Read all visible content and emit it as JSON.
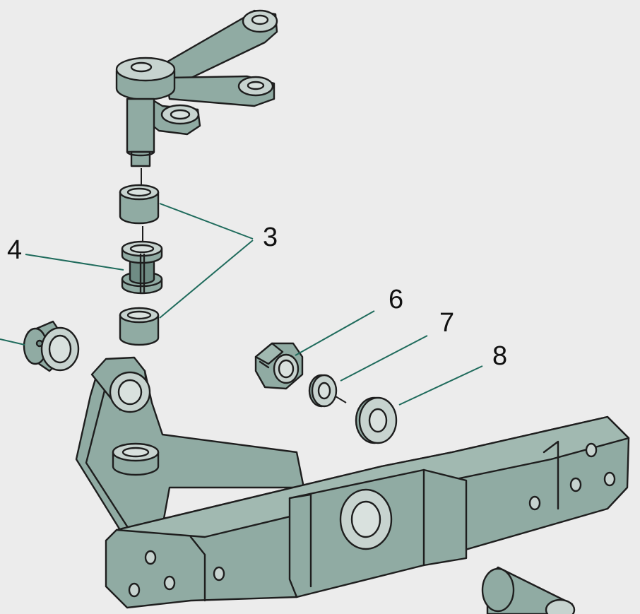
{
  "diagram": {
    "type": "exploded-assembly",
    "colors": {
      "background": "#ececec",
      "part_fill": "#90aba3",
      "part_highlight": "#c7d3cf",
      "outline": "#1e1e1e",
      "leader_line": "#1f6b5c"
    },
    "callouts": [
      {
        "id": "3",
        "label": "3"
      },
      {
        "id": "4",
        "label": "4"
      },
      {
        "id": "6",
        "label": "6"
      },
      {
        "id": "7",
        "label": "7"
      },
      {
        "id": "8",
        "label": "8"
      }
    ]
  }
}
